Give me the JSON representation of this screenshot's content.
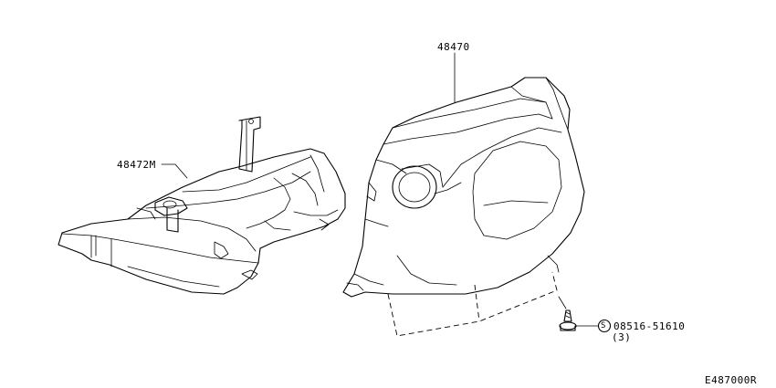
{
  "labels": {
    "upper_cover": "48470",
    "lower_cover": "48472M",
    "screw_part": "08516-51610",
    "screw_symbol": "S",
    "screw_qty": "(3)",
    "diagram_code": "E487000R"
  },
  "colors": {
    "line": "#000000",
    "background": "#ffffff"
  }
}
